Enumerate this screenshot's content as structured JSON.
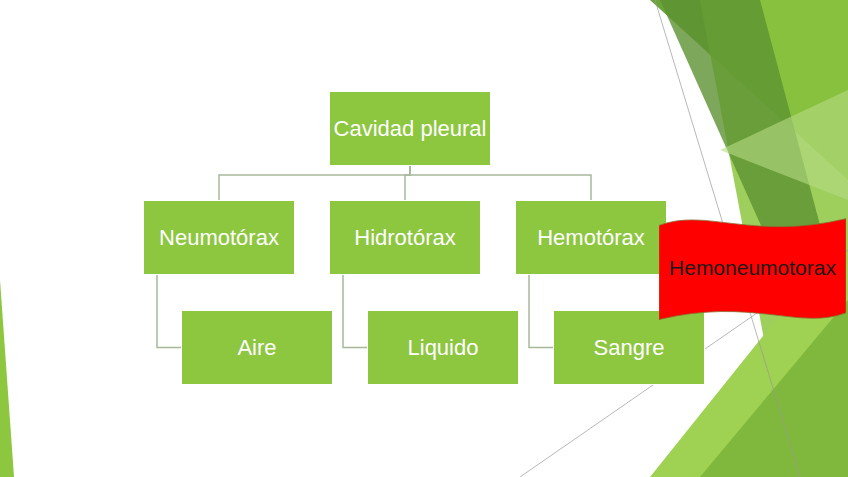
{
  "diagram": {
    "nodes": [
      {
        "text": [
          "Cavidad pleural"
        ]
      },
      {
        "text": [
          "Neumotórax"
        ]
      },
      {
        "text": [
          "Hidrotórax"
        ]
      },
      {
        "text": [
          "Hemotórax"
        ]
      },
      {
        "text": [
          "Aire"
        ]
      },
      {
        "text": [
          "Liquido"
        ]
      },
      {
        "text": [
          "Sangre"
        ]
      },
      {
        "text": [
          "Hemoneumotorax"
        ]
      }
    ],
    "edges": [
      {
        "from": 0,
        "to": 1,
        "arrow": "none"
      },
      {
        "from": 0,
        "to": 2,
        "arrow": "none"
      },
      {
        "from": 0,
        "to": 3,
        "arrow": "none"
      },
      {
        "from": 1,
        "to": 4,
        "arrow": "none"
      },
      {
        "from": 2,
        "to": 5,
        "arrow": "none"
      },
      {
        "from": 3,
        "to": 6,
        "arrow": "none"
      }
    ]
  }
}
